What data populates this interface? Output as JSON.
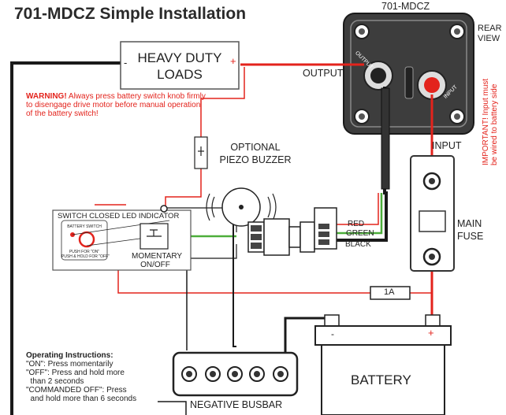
{
  "title": "701-MDCZ Simple Installation",
  "switch_model": "701-MDCZ",
  "rear_view": [
    "REAR",
    "VIEW"
  ],
  "important_note": [
    "IMPORTANT! Input must",
    "be wired to battery side"
  ],
  "output_label": "OUTPUT",
  "input_label": "INPUT",
  "switch_output_text": "OUTPUT",
  "switch_input_text": "INPUT",
  "loads": {
    "line1": "HEAVY DUTY",
    "line2": "LOADS",
    "minus": "-",
    "plus": "+"
  },
  "warning": {
    "bold": "WARNING!",
    "text": " Always press battery switch knob firmly to disengage drive motor before manual operation of the battery switch!"
  },
  "piezo": {
    "line1": "OPTIONAL",
    "line2": "PIEZO BUZZER"
  },
  "led_indicator": "SWITCH CLOSED LED INDICATOR",
  "panel": {
    "label": "BATTERY SWITCH",
    "push1": "PUSH FOR \"ON\"",
    "push2": "PUSH & HOLD FOR \"OFF\""
  },
  "momentary": {
    "line1": "MOMENTARY",
    "line2": "ON/OFF"
  },
  "wires": {
    "red": "RED",
    "green": "GREEN",
    "black": "BLACK"
  },
  "fuse": {
    "line1": "MAIN",
    "line2": "FUSE"
  },
  "inline_fuse": "1A",
  "battery": {
    "label": "BATTERY",
    "minus": "-",
    "plus": "+"
  },
  "busbar": "NEGATIVE BUSBAR",
  "instructions": {
    "heading": "Operating Instructions:",
    "lines": [
      "\"ON\": Press momentarily",
      "\"OFF\": Press and hold more",
      "  than 2 seconds",
      "\"COMMANDED OFF\": Press",
      "  and hold more than 6 seconds"
    ]
  },
  "colors": {
    "red_wire": "#e3231c",
    "green_wire": "#4cae3a",
    "black_wire": "#1a1a1a",
    "switch_body": "#3d3d3d"
  }
}
